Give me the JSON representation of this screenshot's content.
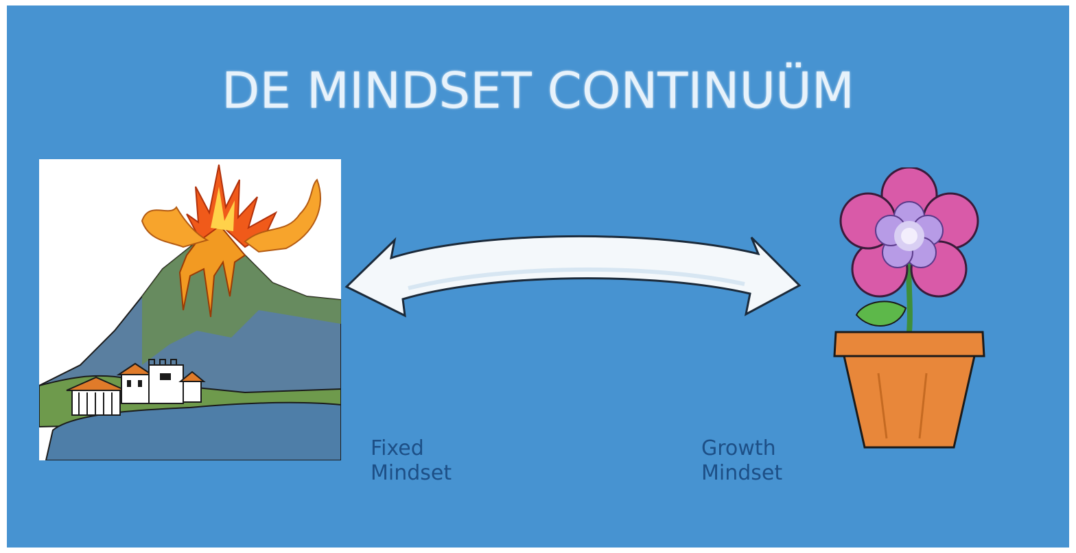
{
  "title": "DE MINDSET CONTINUÜM",
  "labels": {
    "fixed_line1": "Fixed",
    "fixed_line2": "Mindset",
    "growth_line1": "Growth",
    "growth_line2": "Mindset"
  },
  "icons": {
    "left": "volcano-icon",
    "center": "double-arrow-icon",
    "right": "flower-pot-icon"
  },
  "colors": {
    "background": "#4793d1",
    "title": "#e7f2fb",
    "label": "#1d4f86"
  }
}
